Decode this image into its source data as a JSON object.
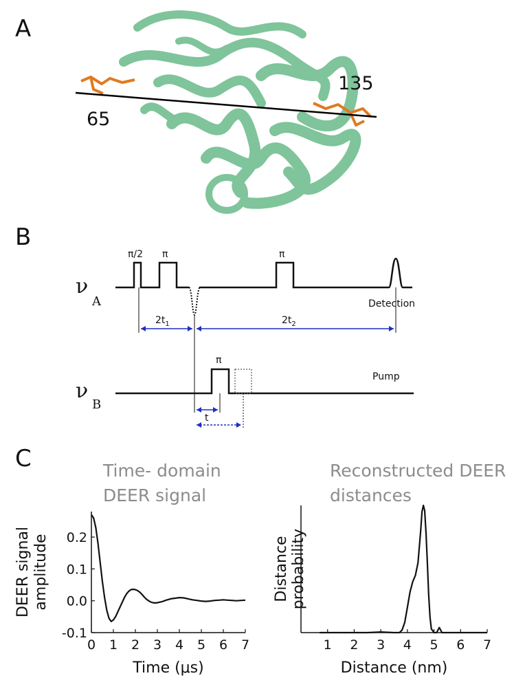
{
  "panels": {
    "a": {
      "letter": "A",
      "site_left": "65",
      "site_right": "135"
    },
    "b": {
      "letter": "B",
      "channel_a": {
        "symbol": "ν",
        "sub": "A"
      },
      "channel_b": {
        "symbol": "ν",
        "sub": "B"
      },
      "pulse_a1": "π/2",
      "pulse_a2": "π",
      "pulse_a3": "π",
      "pulse_b": "π",
      "interval1": {
        "main": "2t",
        "sub": "1"
      },
      "interval2": {
        "main": "2t",
        "sub": "2"
      },
      "interval_t": "t",
      "detection": "Detection",
      "pump": "Pump",
      "detection_color": "#2e9a4a",
      "pump_color": "#d03030",
      "arrow_color": "#1f2fbf"
    },
    "c": {
      "letter": "C",
      "left_title_line1": "Time- domain",
      "left_title_line2": "DEER signal",
      "right_title_line1": "Reconstructed DEER",
      "right_title_line2": "distances"
    }
  },
  "protein_color": "#7fc49a",
  "label_color": "#e07a1f",
  "chart_data": [
    {
      "type": "line",
      "xlabel": "Time (μs)",
      "ylabel_line1": "DEER signal",
      "ylabel_line2": "amplitude",
      "xlim": [
        0,
        7
      ],
      "ylim": [
        -0.1,
        0.28
      ],
      "xticks": [
        "0",
        "1",
        "2",
        "3",
        "4",
        "5",
        "6",
        "7"
      ],
      "yticks": [
        "-0.1",
        "0.0",
        "0.1",
        "0.2"
      ],
      "x": [
        0,
        0.1,
        0.2,
        0.3,
        0.4,
        0.5,
        0.6,
        0.7,
        0.8,
        0.9,
        1.0,
        1.1,
        1.2,
        1.3,
        1.4,
        1.5,
        1.6,
        1.7,
        1.8,
        1.9,
        2.0,
        2.1,
        2.2,
        2.3,
        2.4,
        2.5,
        2.6,
        2.7,
        2.8,
        2.9,
        3.0,
        3.2,
        3.4,
        3.6,
        3.8,
        4.0,
        4.2,
        4.4,
        4.6,
        4.8,
        5.0,
        5.2,
        5.4,
        5.6,
        5.8,
        6.0,
        6.2,
        6.4,
        6.6,
        6.8,
        7.0
      ],
      "y": [
        0.27,
        0.26,
        0.23,
        0.18,
        0.12,
        0.06,
        0.01,
        -0.03,
        -0.055,
        -0.065,
        -0.06,
        -0.05,
        -0.035,
        -0.02,
        -0.005,
        0.01,
        0.022,
        0.03,
        0.035,
        0.036,
        0.035,
        0.032,
        0.027,
        0.02,
        0.012,
        0.005,
        0.0,
        -0.004,
        -0.006,
        -0.007,
        -0.006,
        -0.003,
        0.002,
        0.006,
        0.008,
        0.01,
        0.009,
        0.006,
        0.003,
        0.001,
        -0.001,
        -0.002,
        -0.001,
        0.001,
        0.002,
        0.003,
        0.002,
        0.001,
        0.0,
        0.001,
        0.002
      ]
    },
    {
      "type": "line",
      "xlabel": "Distance (nm)",
      "ylabel_line1": "Distance",
      "ylabel_line2": "probability",
      "xlim": [
        0,
        7
      ],
      "ylim": [
        0,
        1
      ],
      "xticks": [
        "1",
        "2",
        "3",
        "4",
        "5",
        "6",
        "7"
      ],
      "x": [
        0.7,
        1.5,
        2.5,
        3.0,
        3.5,
        3.7,
        3.8,
        3.9,
        4.0,
        4.1,
        4.2,
        4.3,
        4.4,
        4.5,
        4.55,
        4.6,
        4.65,
        4.7,
        4.75,
        4.8,
        4.85,
        4.9,
        5.0,
        5.1,
        5.2,
        5.3,
        5.5,
        6.0,
        7.0
      ],
      "y": [
        0.0,
        0.0,
        0.0,
        0.005,
        0.0,
        0.0,
        0.02,
        0.08,
        0.2,
        0.32,
        0.4,
        0.45,
        0.55,
        0.8,
        0.95,
        1.0,
        0.96,
        0.78,
        0.55,
        0.3,
        0.12,
        0.03,
        0.0,
        0.0,
        0.04,
        0.0,
        0.0,
        0.0,
        0.0
      ]
    }
  ]
}
